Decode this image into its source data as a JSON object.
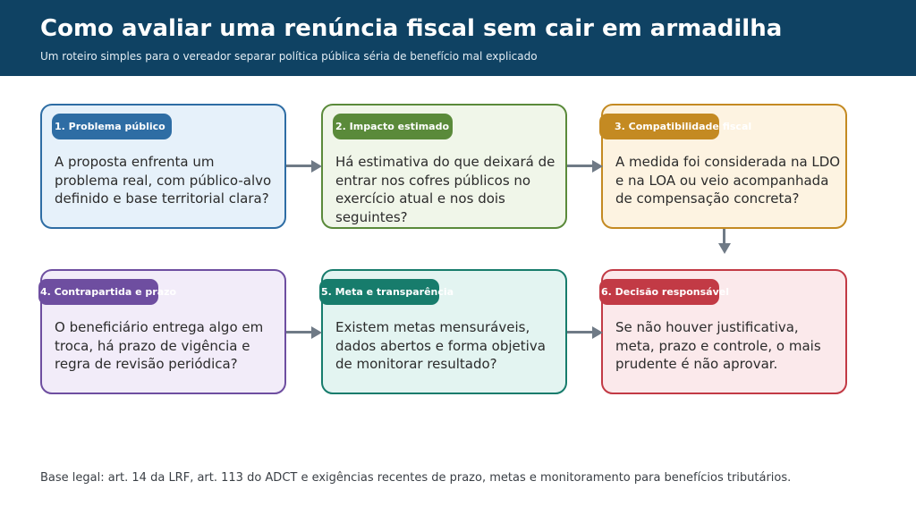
{
  "header": {
    "title": "Como avaliar uma renúncia fiscal sem cair em armadilha",
    "subtitle": "Um roteiro simples para o vereador separar política pública séria de benefício mal explicado"
  },
  "steps": [
    {
      "label": "1. Problema público",
      "text": "A proposta enfrenta um problema real, com público-alvo definido e base territorial clara?",
      "accent": "#2e6da4",
      "fill": "#e6f1fa"
    },
    {
      "label": "2. Impacto estimado",
      "text": "Há estimativa do que deixará de entrar nos cofres públicos no exercício atual e nos dois seguintes?",
      "accent": "#5a8a3a",
      "fill": "#f0f6e9"
    },
    {
      "label": "3. Compatibilidade fiscal",
      "text": "A medida foi considerada na LDO e na LOA ou veio acompanhada de compensação concreta?",
      "accent": "#c48a22",
      "fill": "#fdf3e1"
    },
    {
      "label": "4. Contrapartida e prazo",
      "text": "O beneficiário entrega algo em troca, há prazo de vigência e regra de revisão periódica?",
      "accent": "#6e4ea0",
      "fill": "#f2ecf9"
    },
    {
      "label": "5. Meta e transparência",
      "text": "Existem metas mensuráveis, dados abertos e forma objetiva de monitorar resultado?",
      "accent": "#177c6c",
      "fill": "#e3f4f1"
    },
    {
      "label": "6. Decisão responsável",
      "text": "Se não houver justificativa, meta, prazo e controle, o mais prudente é não aprovar.",
      "accent": "#c23a45",
      "fill": "#fbe9eb"
    }
  ],
  "footer": "Base legal: art. 14 da LRF, art. 113 do ADCT e exigências recentes de prazo, metas e monitoramento para benefícios tributários."
}
